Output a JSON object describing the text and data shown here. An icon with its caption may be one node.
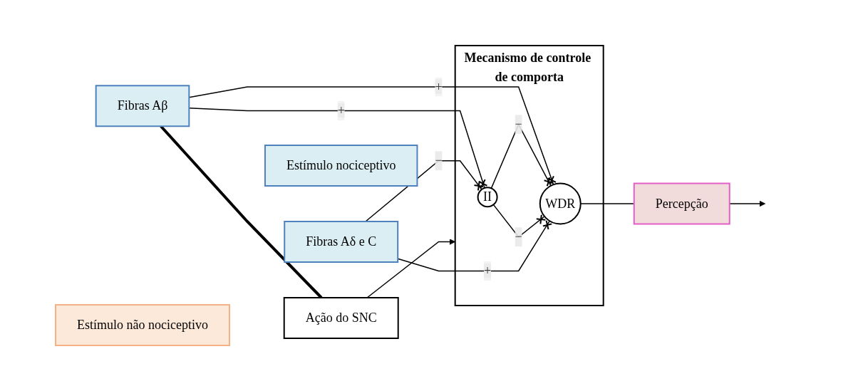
{
  "diagram": {
    "nodes": [
      {
        "text": [
          "Ação do SNC"
        ]
      },
      {
        "text": [
          "Estímulo não nociceptivo"
        ]
      },
      {
        "text": [
          "Fibras Aβ"
        ]
      },
      {
        "text": [
          "Mecanismo de controle de comporta"
        ]
      },
      {
        "text": [
          "II"
        ],
        "in": 3
      },
      {
        "text": [
          "WDR"
        ],
        "in": 3
      },
      {
        "text": [
          "Estímulo nociceptivo"
        ]
      },
      {
        "text": [
          "Fibras Aδ e C"
        ]
      },
      {
        "text": [
          "Percepção"
        ]
      }
    ],
    "edges": [
      {
        "from": 2,
        "to": 0,
        "arrow": "none",
        "style": "thick"
      },
      {
        "from": 0,
        "to": 3,
        "arrow": "to"
      },
      {
        "from": 2,
        "to": 4,
        "arrow": "other",
        "label": "+"
      },
      {
        "from": 2,
        "to": 5,
        "arrow": "other",
        "label": "+"
      },
      {
        "from": 4,
        "to": 5,
        "arrow": "other",
        "label": "−"
      },
      {
        "from": 4,
        "to": 5,
        "arrow": "other",
        "label": "−"
      },
      {
        "from": 7,
        "to": 4,
        "arrow": "other",
        "label": "−"
      },
      {
        "from": 7,
        "to": 5,
        "arrow": "other",
        "label": "+"
      },
      {
        "from": 5,
        "to": 8,
        "arrow": "none"
      },
      {
        "from": 8,
        "to": null,
        "arrow": "to"
      }
    ]
  }
}
